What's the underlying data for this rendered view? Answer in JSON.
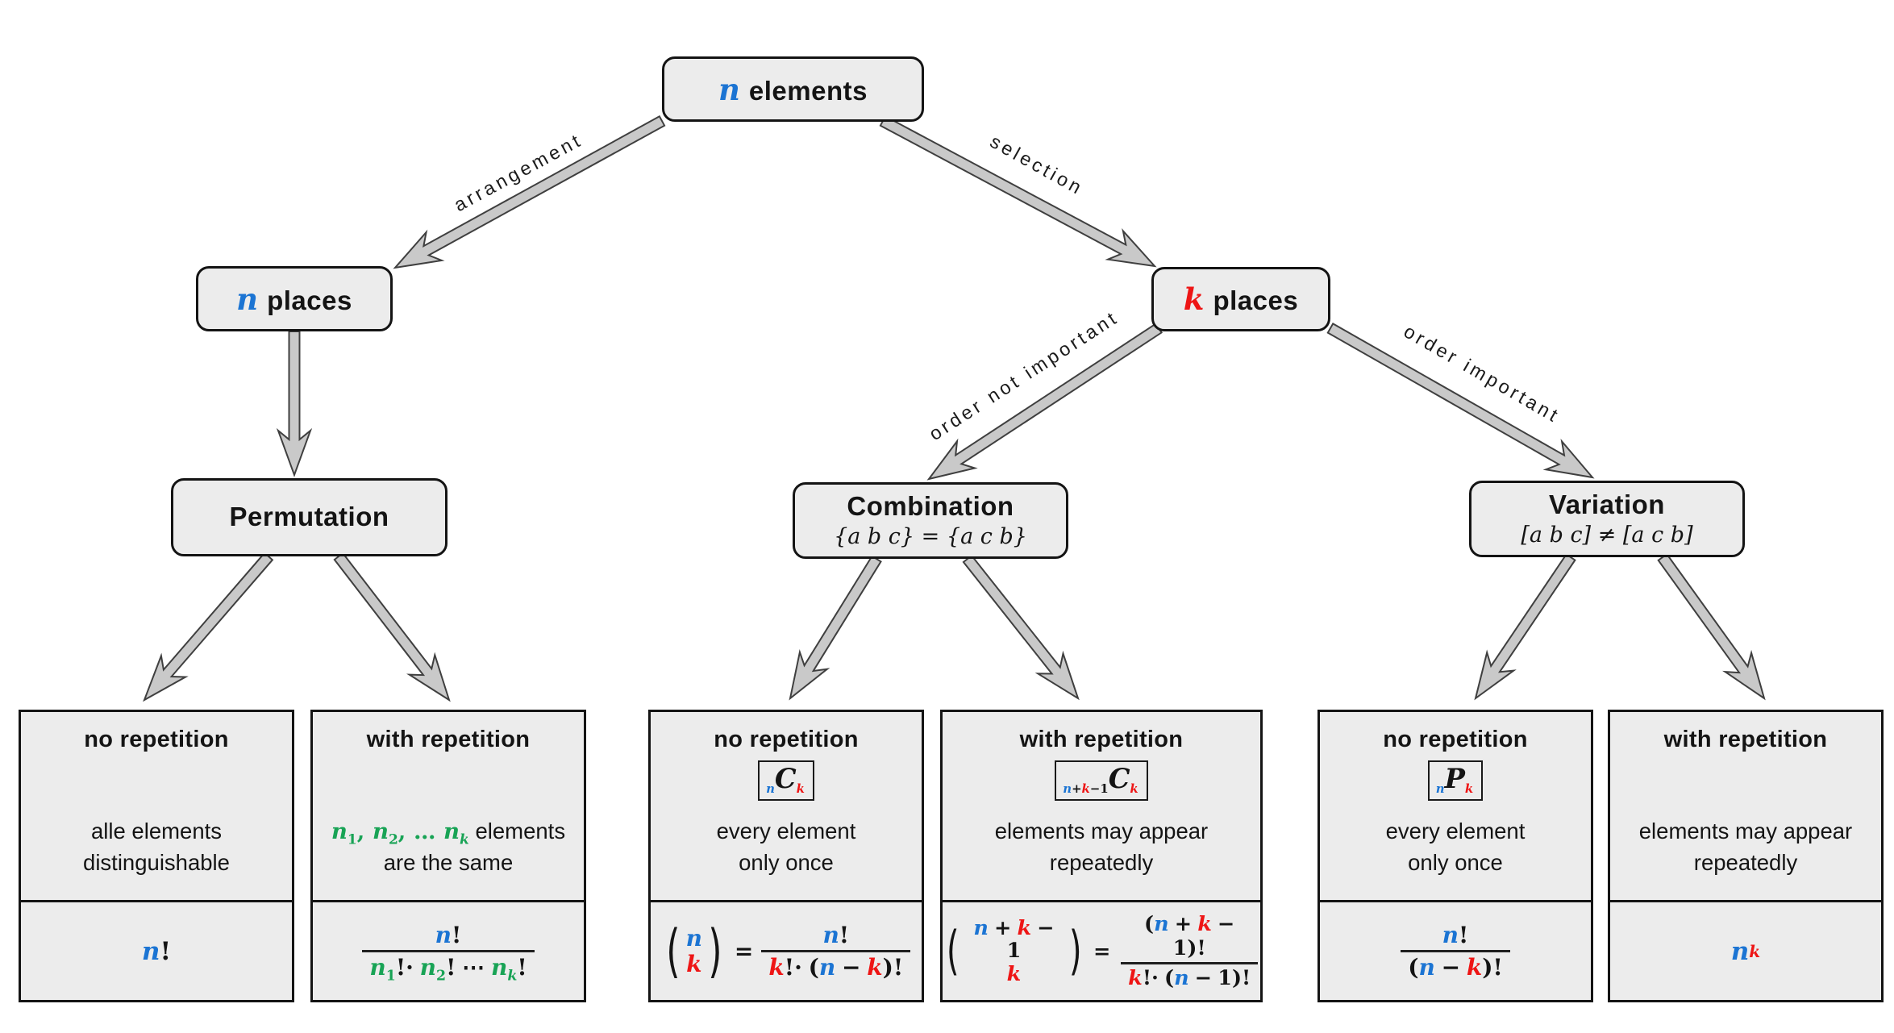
{
  "palette": {
    "box_fill": "#ececec",
    "box_border": "#141414",
    "arrow_fill": "#c9c9c9",
    "arrow_outline": "#3f3f3f",
    "blue": "#1b74d3",
    "red": "#ee1515",
    "green": "#18a355",
    "ink": "#141414"
  },
  "nodes": {
    "root": {
      "var": "n",
      "text": "elements"
    },
    "n_places": {
      "var": "n",
      "text": "places"
    },
    "k_places": {
      "var": "k",
      "text": "places"
    },
    "permutation": {
      "title": "Permutation"
    },
    "combination": {
      "title": "Combination",
      "subtitle": "{a b c} = {a c b}"
    },
    "variation": {
      "title": "Variation",
      "subtitle": "[a b c] ≠ [a c b]"
    }
  },
  "edges": {
    "arrangement": "arrangement",
    "selection": "selection",
    "order_not_important": "order not important",
    "order_important": "order important"
  },
  "leaves": [
    {
      "header": "no repetition",
      "line1": "alle elements",
      "line2": "distinguishable",
      "formula": "n!"
    },
    {
      "header": "with repetition",
      "body_math": "n₁, n₂, … nₖ",
      "body_tail": "elements",
      "line2": "are the same",
      "formula": "n! / (n₁! · n₂! ⋯ nₖ!)"
    },
    {
      "header": "no repetition",
      "badge": "nCk",
      "line1": "every element",
      "line2": "only once",
      "formula": "(n k) = n! / (k! · (n − k)!)"
    },
    {
      "header": "with repetition",
      "badge": "n+k−1Ck",
      "line1": "elements may appear",
      "line2": "repeatedly",
      "formula": "(n+k−1 k) = (n + k − 1)! / (k! · (n − 1)!)"
    },
    {
      "header": "no repetition",
      "badge": "nPk",
      "line1": "every element",
      "line2": "only once",
      "formula": "n! / (n − k)!"
    },
    {
      "header": "with repetition",
      "line1": "elements may appear",
      "line2": "repeatedly",
      "formula": "nᵏ"
    }
  ],
  "tok": {
    "n": "n",
    "k": "k",
    "C": "C",
    "P": "P",
    "one": "1",
    "two": "2",
    "bang": "!",
    "plus": "+",
    "minus": "−",
    "eq": "=",
    "cdot": "·",
    "cdots": "⋯",
    "comma": ",",
    "ellipsis": "…",
    "lparen": "(",
    "rparen": ")"
  }
}
